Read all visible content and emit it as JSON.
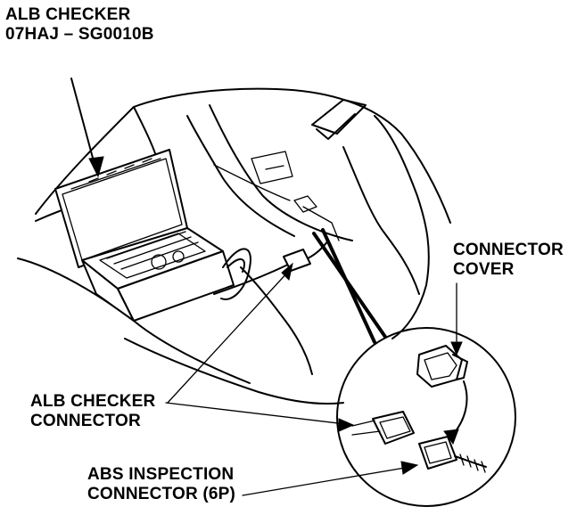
{
  "labels": {
    "alb_checker": {
      "line1": "ALB CHECKER",
      "line2": "07HAJ – SG0010B"
    },
    "connector_cover": {
      "line1": "CONNECTOR",
      "line2": "COVER"
    },
    "alb_checker_connector": {
      "line1": "ALB CHECKER",
      "line2": "CONNECTOR"
    },
    "abs_inspection_connector": {
      "line1": "ABS INSPECTION",
      "line2": "CONNECTOR (6P)"
    }
  },
  "colors": {
    "ink": "#000000",
    "paper": "#ffffff"
  }
}
